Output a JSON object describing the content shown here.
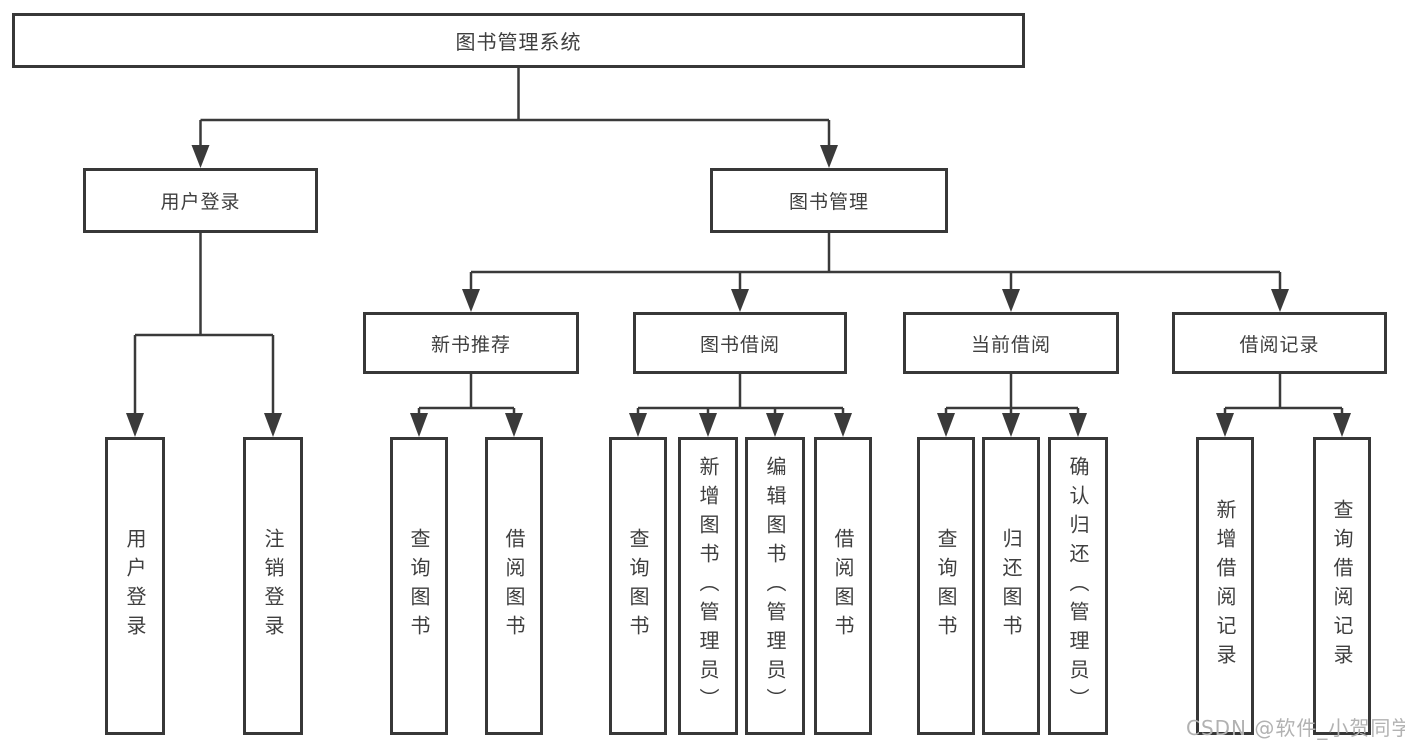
{
  "tree": {
    "label": "图书管理系统",
    "children": [
      {
        "label": "用户登录",
        "children": [
          {
            "label": "用户登录"
          },
          {
            "label": "注销登录"
          }
        ]
      },
      {
        "label": "图书管理",
        "children": [
          {
            "label": "新书推荐",
            "children": [
              {
                "label": "查询图书"
              },
              {
                "label": "借阅图书"
              }
            ]
          },
          {
            "label": "图书借阅",
            "children": [
              {
                "label": "查询图书"
              },
              {
                "label": "新增图书（管理员）"
              },
              {
                "label": "编辑图书（管理员）"
              },
              {
                "label": "借阅图书"
              }
            ]
          },
          {
            "label": "当前借阅",
            "children": [
              {
                "label": "查询图书"
              },
              {
                "label": "归还图书"
              },
              {
                "label": "确认归还（管理员）"
              }
            ]
          },
          {
            "label": "借阅记录",
            "children": [
              {
                "label": "新增借阅记录"
              },
              {
                "label": "查询借阅记录"
              }
            ]
          }
        ]
      }
    ]
  },
  "watermark": {
    "text": "CSDN @软件_小贺同学"
  },
  "colors": {
    "line": "#3a3a3a",
    "box_border": "#383838",
    "box_fill": "#ffffff",
    "text": "#3f3f3f",
    "background": "#ffffff",
    "watermark": "#b2b2b2"
  }
}
